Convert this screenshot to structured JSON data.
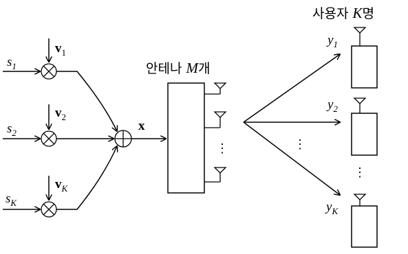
{
  "diagram": {
    "inputs": [
      {
        "sym": "s",
        "sub": "1",
        "vsym": "v",
        "vsub": "1"
      },
      {
        "sym": "s",
        "sub": "2",
        "vsym": "v",
        "vsub": "2"
      },
      {
        "sym": "s",
        "sub": "K",
        "vsym": "v",
        "vsub": "K"
      }
    ],
    "sum_output": "x",
    "antenna_label": {
      "prefix": "안테나 ",
      "var": "M",
      "suffix": "개"
    },
    "user_label": {
      "prefix": "사용자 ",
      "var": "K",
      "suffix": "명"
    },
    "users": [
      {
        "sym": "y",
        "sub": "1"
      },
      {
        "sym": "y",
        "sub": "2"
      },
      {
        "sym": "y",
        "sub": "K"
      }
    ],
    "ellipsis": "⋮"
  }
}
